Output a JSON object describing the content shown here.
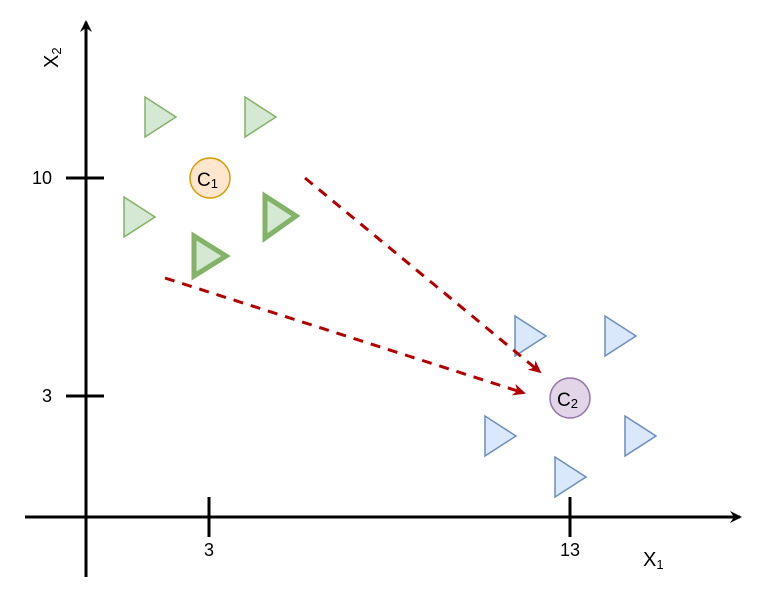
{
  "axes": {
    "x_label_main": "X",
    "x_label_sub": "1",
    "y_label_main": "X",
    "y_label_sub": "2",
    "x_ticks": [
      "3",
      "13"
    ],
    "y_ticks": [
      "10",
      "3"
    ]
  },
  "centroids": [
    {
      "label_main": "C",
      "label_sub": "1",
      "fill": "#ffe6cc",
      "stroke": "#d79b00"
    },
    {
      "label_main": "C",
      "label_sub": "2",
      "fill": "#e1d5e7",
      "stroke": "#9673a6"
    }
  ],
  "clusters": {
    "green": {
      "fill": "#d5e8d4",
      "stroke": "#82b366"
    },
    "blue": {
      "fill": "#dae8fc",
      "stroke": "#6c8ebf"
    }
  },
  "arrow_color": "#b20000"
}
